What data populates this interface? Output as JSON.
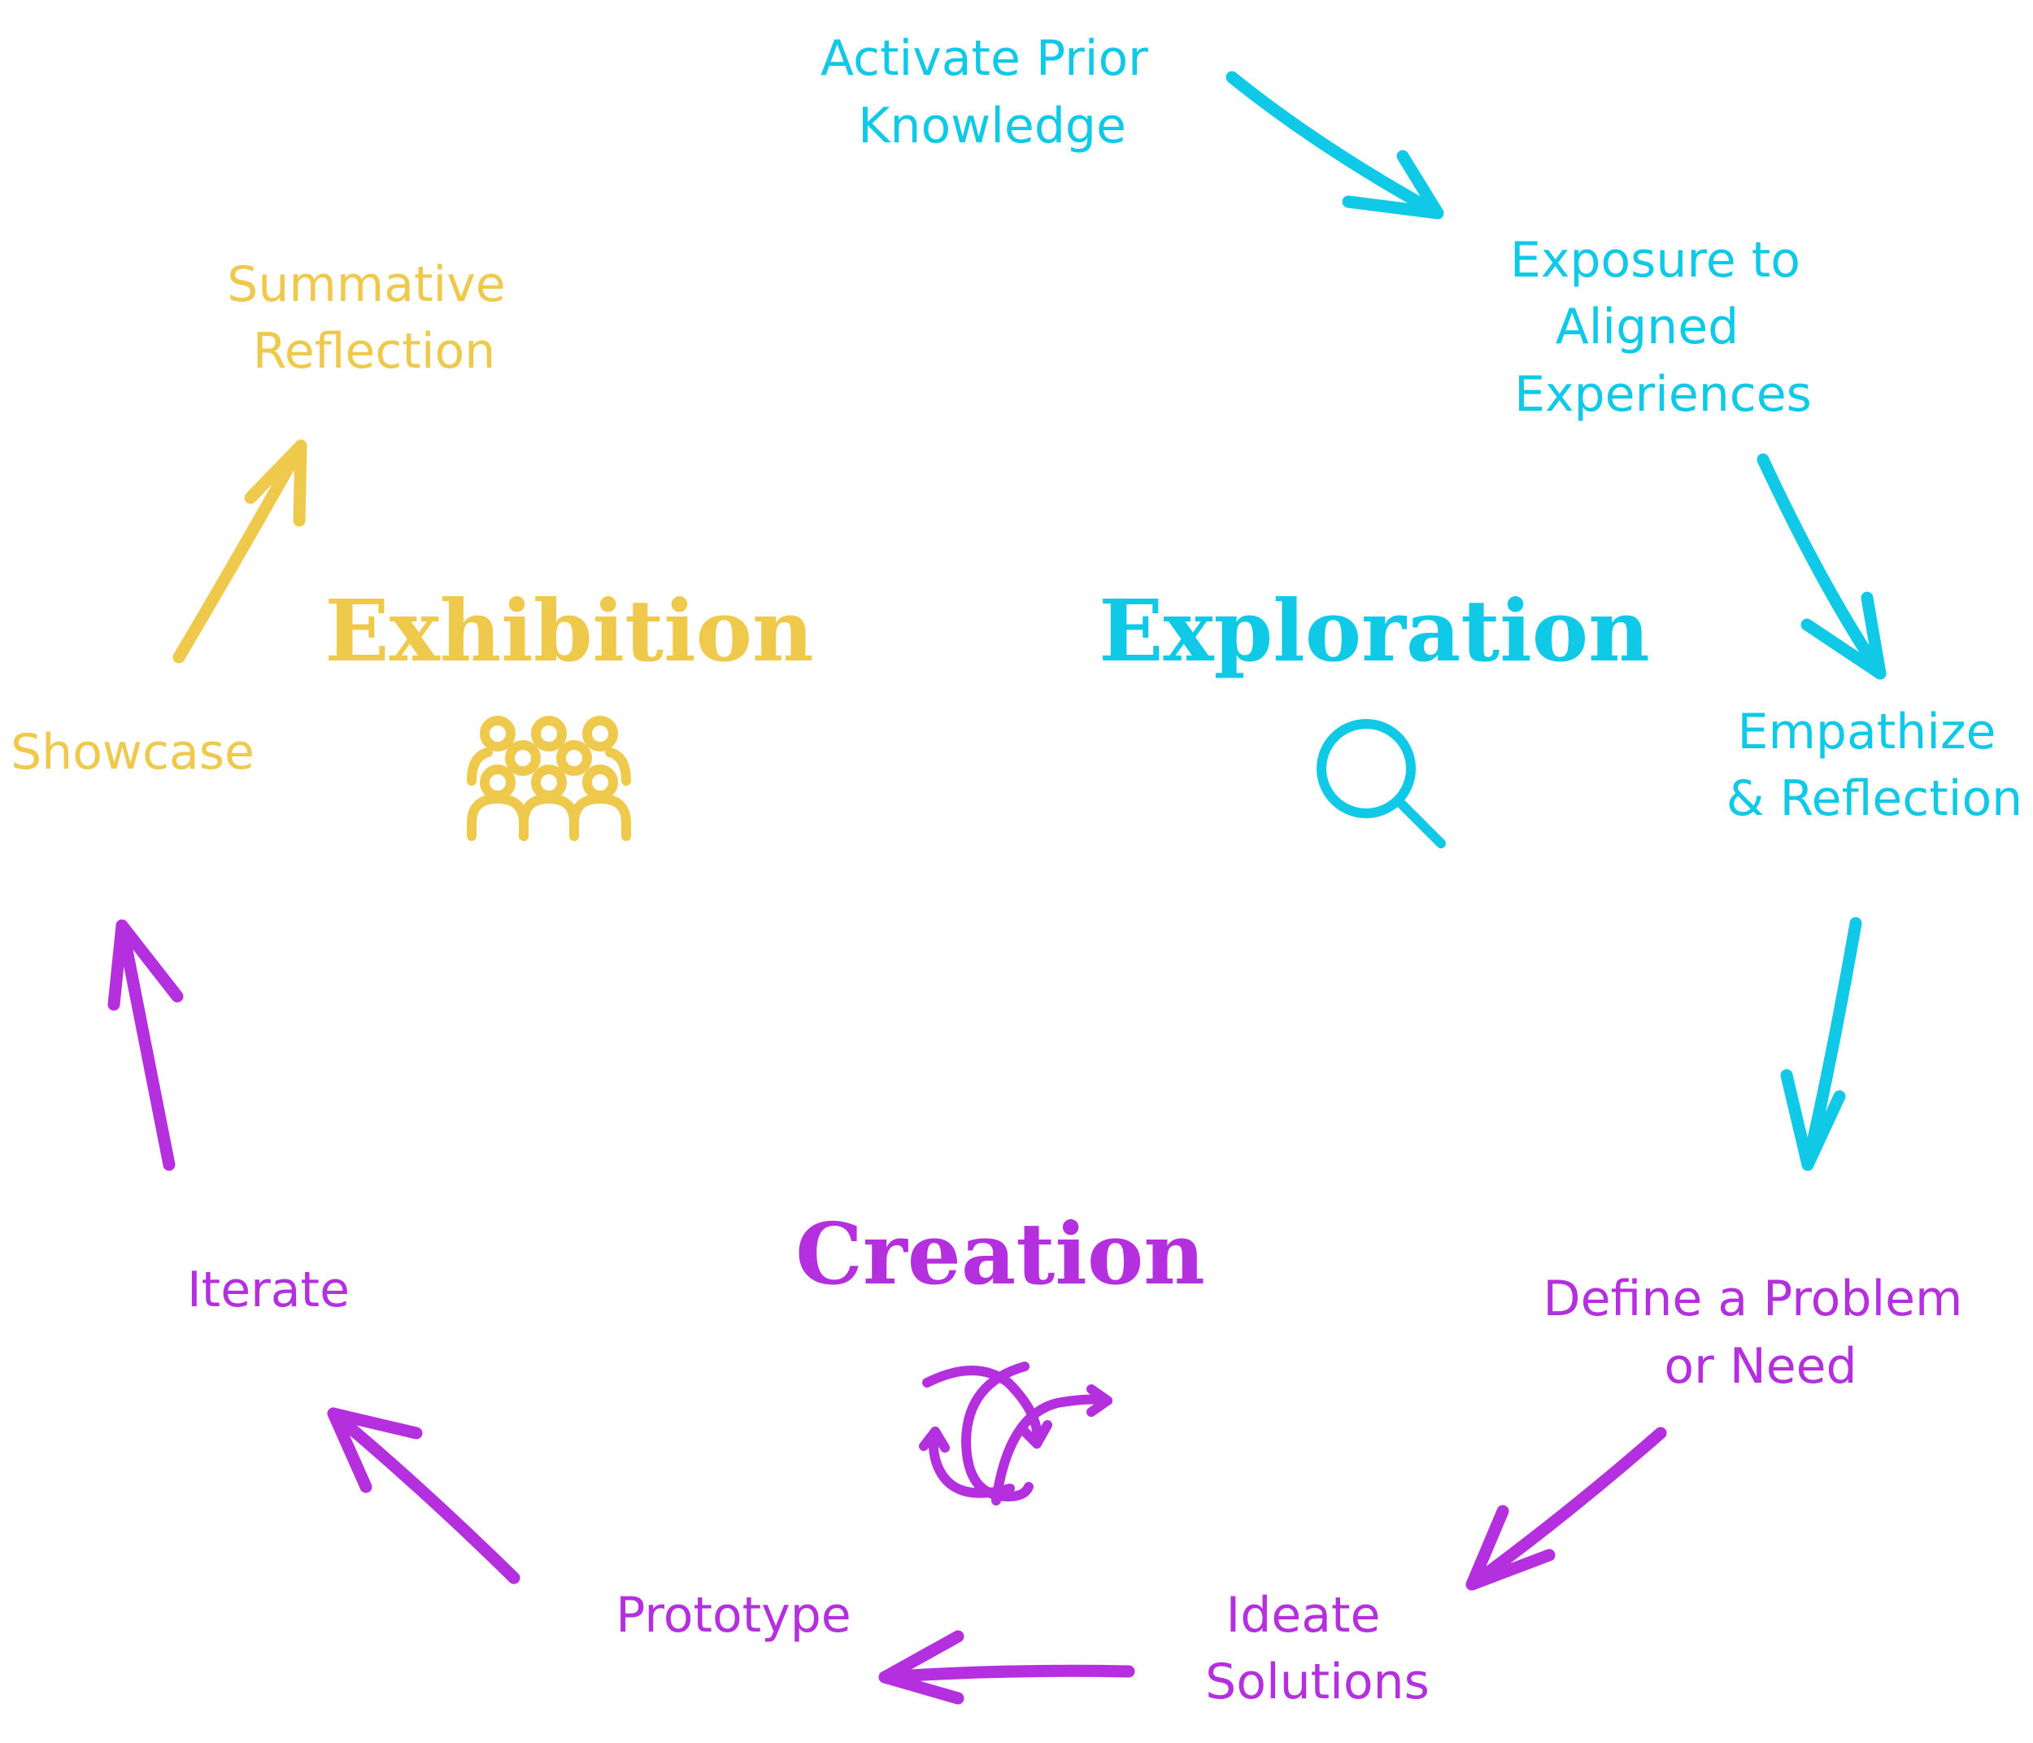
{
  "colors": {
    "exploration": "#10C9E6",
    "creation": "#B430DE",
    "exhibition": "#EFC94C"
  },
  "phases": {
    "exploration": {
      "label": "Exploration",
      "icon": "magnifier-icon"
    },
    "creation": {
      "label": "Creation",
      "icon": "curved-arrows-icon"
    },
    "exhibition": {
      "label": "Exhibition",
      "icon": "audience-group-icon"
    }
  },
  "steps": {
    "activate": {
      "lines": [
        "Activate Prior",
        "Knowledge"
      ]
    },
    "exposure": {
      "lines": [
        "Exposure to",
        "Aligned",
        "Experiences"
      ]
    },
    "empathize": {
      "lines": [
        "Empathize",
        "& Reflection"
      ]
    },
    "define": {
      "lines": [
        "Define a Problem",
        "or Need"
      ]
    },
    "ideate": {
      "lines": [
        "Ideate",
        "Solutions"
      ]
    },
    "prototype": {
      "lines": [
        "Prototype"
      ]
    },
    "iterate": {
      "lines": [
        "Iterate"
      ]
    },
    "showcase": {
      "lines": [
        "Showcase"
      ]
    },
    "summative": {
      "lines": [
        "Summative",
        "Reflection"
      ]
    }
  }
}
